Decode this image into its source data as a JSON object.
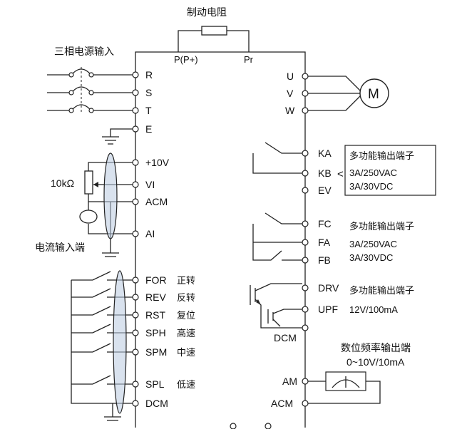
{
  "labels": {
    "brake_resistor": "制动电阻",
    "three_phase_input": "三相电源输入",
    "current_input": "电流输入端",
    "resistor_10k": "10kΩ",
    "motor": "M",
    "freq_output_title": "数位频率输出端",
    "freq_output_spec": "0~10V/10mA",
    "arrow": "<"
  },
  "top_terminals": {
    "p": "P(P+)",
    "pr": "Pr"
  },
  "left_terminals": {
    "r": "R",
    "s": "S",
    "t": "T",
    "e": "E",
    "p10v": "+10V",
    "vi": "VI",
    "acm": "ACM",
    "ai": "AI",
    "for": "FOR",
    "for_desc": "正转",
    "rev": "REV",
    "rev_desc": "反转",
    "rst": "RST",
    "rst_desc": "复位",
    "sph": "SPH",
    "sph_desc": "高速",
    "spm": "SPM",
    "spm_desc": "中速",
    "spl": "SPL",
    "spl_desc": "低速",
    "dcm": "DCM"
  },
  "right_terminals": {
    "u": "U",
    "v": "V",
    "w": "W",
    "ka": "KA",
    "kb": "KB",
    "ev": "EV",
    "fc": "FC",
    "fa": "FA",
    "fb": "FB",
    "drv": "DRV",
    "upf": "UPF",
    "dcm_inner": "DCM",
    "am": "AM",
    "acm": "ACM"
  },
  "relay1": {
    "title": "多功能输出端子",
    "spec1": "3A/250VAC",
    "spec2": "3A/30VDC"
  },
  "relay2": {
    "title": "多功能输出端子",
    "spec1": "3A/250VAC",
    "spec2": "3A/30VDC"
  },
  "transistor": {
    "title": "多功能输出端子",
    "spec": "12V/100mA"
  }
}
